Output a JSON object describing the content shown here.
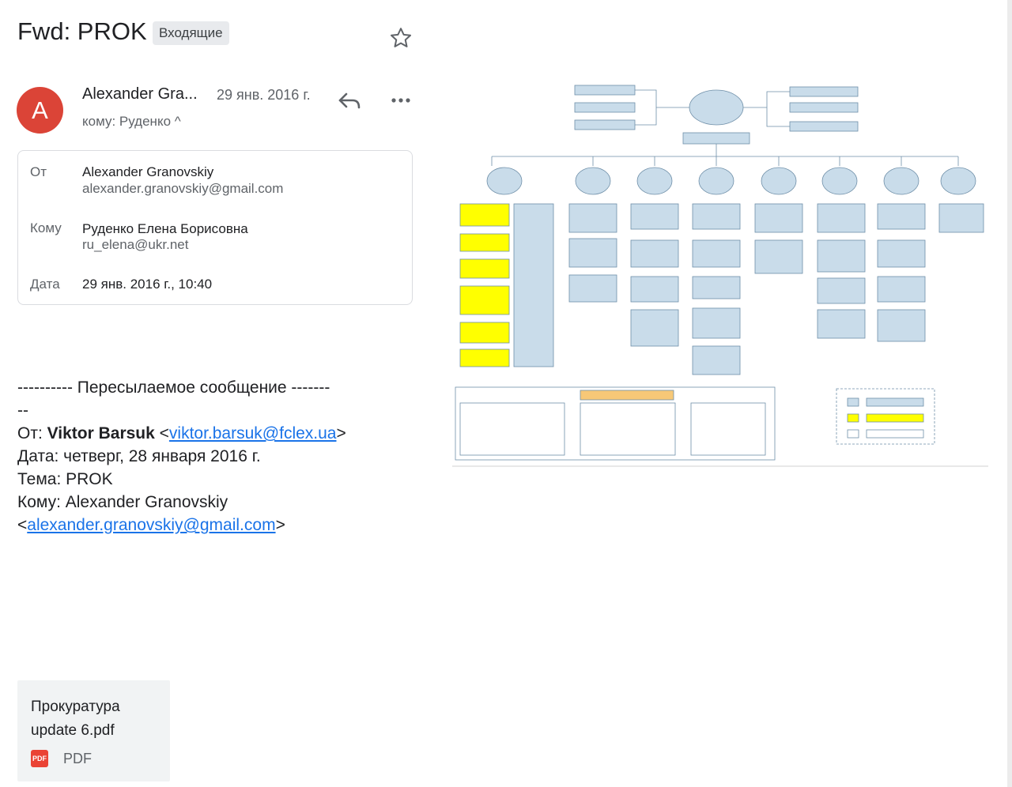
{
  "email": {
    "subject": "Fwd: PROK",
    "label": "Входящие",
    "avatar_letter": "A",
    "sender_short": "Alexander Gra...",
    "date_short": "29 янв. 2016 г.",
    "to_summary": "кому: Руденко ^",
    "icons": {
      "star": "star-icon",
      "reply": "reply-icon",
      "more": "more-icon",
      "pdf": "pdf-icon"
    },
    "colors": {
      "avatar": "#db4437",
      "link": "#1a73e8",
      "highlight": "#ffff00",
      "chart_box": "#c9dcea"
    }
  },
  "details": {
    "from_label": "От",
    "from_name": "Alexander Granovskiy",
    "from_email": "alexander.granovskiy@gmail.com",
    "to_label": "Кому",
    "to_name": "Руденко Елена Борисовна",
    "to_email": "ru_elena@ukr.net",
    "date_label": "Дата",
    "date_value": "29 янв. 2016 г., 10:40"
  },
  "forwarded": {
    "header_line1": "---------- Пересылаемое сообщение -------",
    "header_line2": "--",
    "from_prefix": "От: ",
    "from_name": "Viktor Barsuk",
    "from_email": "viktor.barsuk@fclex.ua",
    "date_line": "Дата: четверг, 28 января 2016 г.",
    "subject_line": "Тема: PROK",
    "to_line": "Кому: Alexander Granovskiy",
    "to_email": "alexander.granovskiy@gmail.com",
    "lt": "<",
    "gt": ">"
  },
  "attachment": {
    "name": "Прокуратура update 6.pdf",
    "badge": "PDF",
    "type": "PDF"
  }
}
